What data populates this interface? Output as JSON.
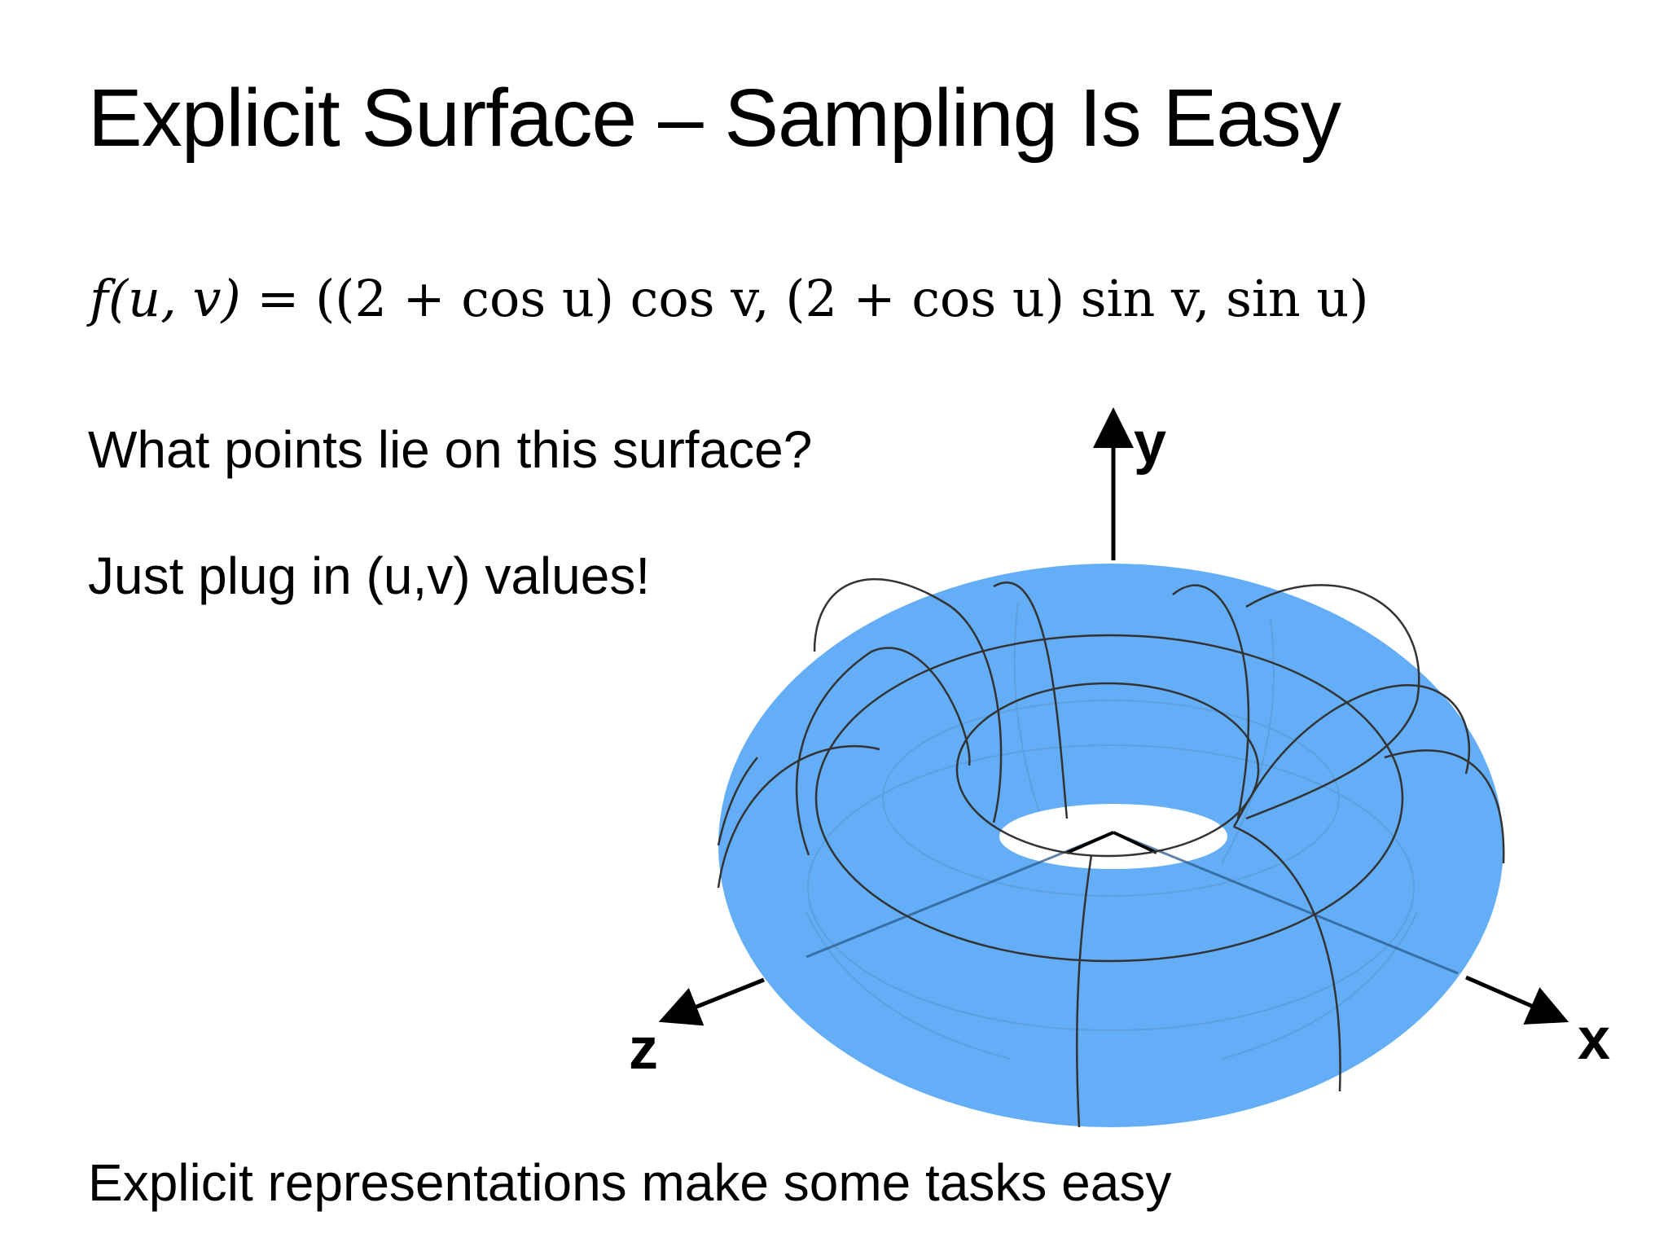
{
  "slide": {
    "title": "Explicit Surface – Sampling Is Easy",
    "formula": {
      "lhs": "f(u, v)",
      "equals": " = ",
      "rhs": "((2 + cos u) cos v, (2 + cos u) sin v, sin u)"
    },
    "question": "What points lie on this surface?",
    "answer": "Just plug in (u,v) values!",
    "footer": "Explicit representations make some tasks easy"
  },
  "figure": {
    "surface_color": "#64AEF7",
    "hole_color": "#ffffff",
    "line_color": "#333333",
    "axis_color": "#000000",
    "axes": {
      "y_label": "y",
      "x_label": "x",
      "z_label": "z"
    }
  }
}
